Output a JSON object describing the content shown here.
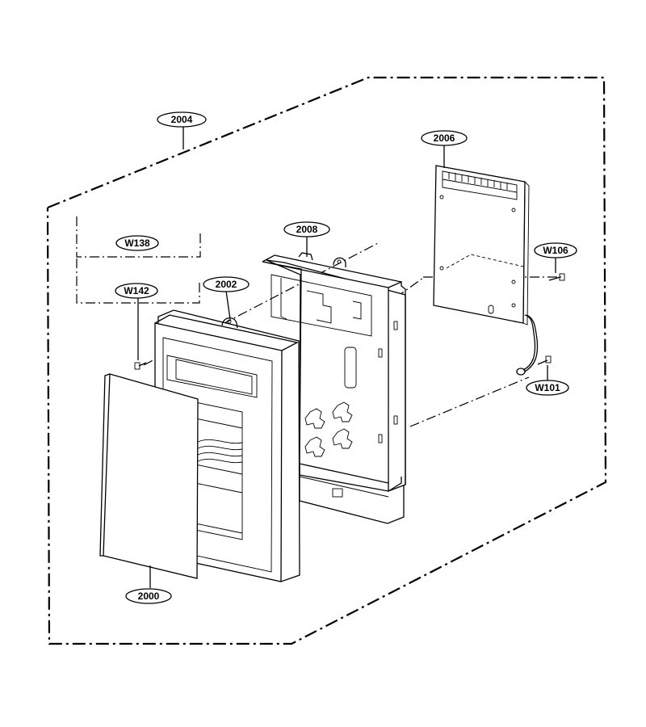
{
  "callouts": {
    "assembly": "2004",
    "pcb": "2006",
    "frame": "2008",
    "screw_pcb": "W106",
    "screw_harness": "W138",
    "screw_panel": "W142",
    "control_panel": "2002",
    "ground_screw": "W101",
    "overlay_sheet": "2000"
  }
}
